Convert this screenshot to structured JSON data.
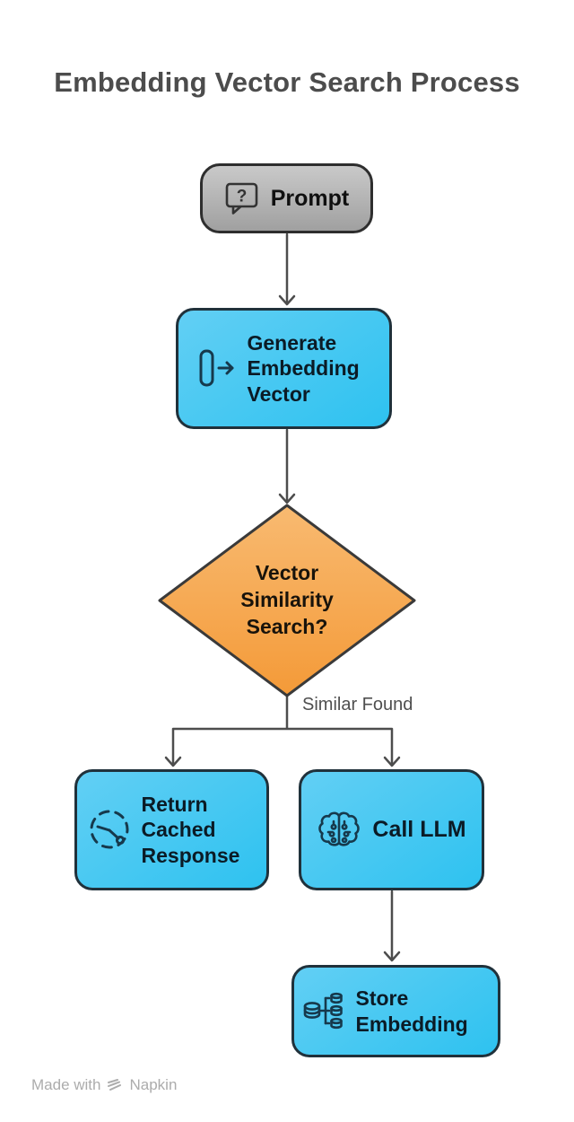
{
  "title": "Embedding Vector Search Process",
  "nodes": {
    "prompt": {
      "label": "Prompt",
      "icon": "question-bubble-icon",
      "shape": "rounded-rect",
      "fill": "gray"
    },
    "generate": {
      "label": "Generate Embedding Vector",
      "icon": "vector-arrow-icon",
      "shape": "rounded-rect",
      "fill": "blue"
    },
    "decision": {
      "label": "Vector Similarity Search?",
      "icon": "none",
      "shape": "diamond",
      "fill": "orange"
    },
    "cached": {
      "label": "Return Cached Response",
      "icon": "cached-clock-icon",
      "shape": "rounded-rect",
      "fill": "blue"
    },
    "call_llm": {
      "label": "Call LLM",
      "icon": "brain-circuit-icon",
      "shape": "rounded-rect",
      "fill": "blue"
    },
    "store": {
      "label": "Store Embedding",
      "icon": "database-shard-icon",
      "shape": "rounded-rect",
      "fill": "blue"
    }
  },
  "edges": {
    "similar_found_label": "Similar Found",
    "flow": [
      "prompt -> generate",
      "generate -> decision",
      "decision -> cached (Similar Found)",
      "decision -> call_llm",
      "call_llm -> store"
    ]
  },
  "glyphs": {
    "question_mark": "?"
  },
  "footer": {
    "made_with": "Made with",
    "brand": "Napkin",
    "logo": "napkin-logo-icon"
  },
  "colors": {
    "blue_node_top": "#62cff4",
    "blue_node_bottom": "#2ec2f0",
    "orange_top": "#f8ba71",
    "orange_bottom": "#f49a38",
    "gray_node_top": "#c9c9c9",
    "gray_node_bottom": "#a0a0a0",
    "node_border": "#20313b",
    "connector": "#4d4d4d",
    "title_text": "#4c4c4c",
    "icon_stroke": "#16394c"
  }
}
